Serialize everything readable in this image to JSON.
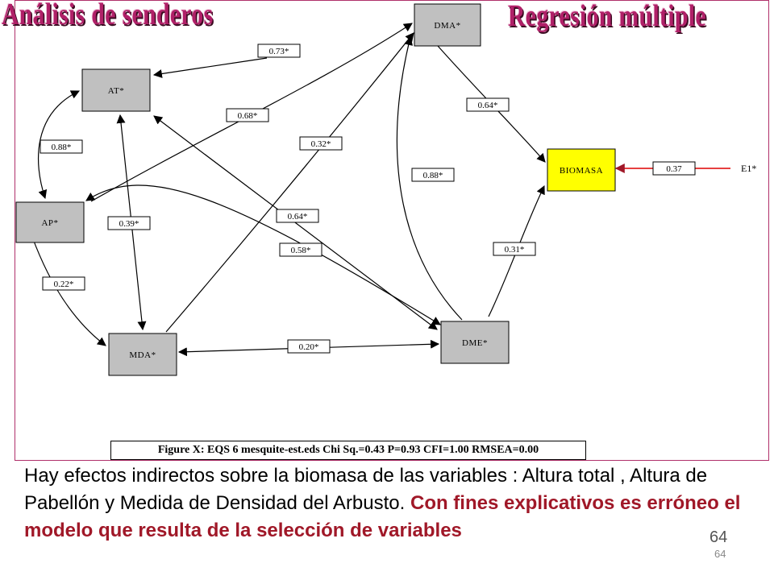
{
  "titles": {
    "left": "Análisis de senderos",
    "right": "Regresión múltiple"
  },
  "nodes": [
    {
      "id": "DMA",
      "label": "DMA*"
    },
    {
      "id": "AT",
      "label": "AT*"
    },
    {
      "id": "AP",
      "label": "AP*"
    },
    {
      "id": "MDA",
      "label": "MDA*"
    },
    {
      "id": "DME",
      "label": "DME*"
    },
    {
      "id": "BIOMASA",
      "label": "BIOMASA"
    },
    {
      "id": "E1",
      "label": "E1*"
    }
  ],
  "edges": [
    {
      "from": "AT",
      "to": "DMA",
      "label": "0.73*",
      "color": "#000000"
    },
    {
      "from": "AP",
      "to": "DMA",
      "label": "0.68*",
      "color": "#000000"
    },
    {
      "from": "MDA",
      "to": "DMA",
      "label": "0.32*",
      "color": "#000000"
    },
    {
      "from": "DMA",
      "to": "BIOMASA",
      "label": "0.64*",
      "color": "#000000"
    },
    {
      "from": "DME",
      "to": "DMA",
      "label": "0.88*",
      "color": "#000000"
    },
    {
      "from": "AT",
      "to": "AP",
      "label": "0.88*",
      "color": "#000000"
    },
    {
      "from": "AT",
      "to": "MDA",
      "label": "0.39*",
      "color": "#000000"
    },
    {
      "from": "AT",
      "to": "DME",
      "label": "0.64*",
      "color": "#000000"
    },
    {
      "from": "AP",
      "to": "DME",
      "label": "0.58*",
      "color": "#000000"
    },
    {
      "from": "AP",
      "to": "MDA",
      "label": "0.22*",
      "color": "#000000"
    },
    {
      "from": "MDA",
      "to": "DME",
      "label": "0.20*",
      "color": "#000000"
    },
    {
      "from": "DME",
      "to": "BIOMASA",
      "label": "0.31*",
      "color": "#000000"
    },
    {
      "from": "E1",
      "to": "BIOMASA",
      "label": "0.37",
      "color": "#dd0000"
    }
  ],
  "colors": {
    "node_fill": "#c0c0c0",
    "biomasa_fill": "#ffff00",
    "title_color": "#b02068",
    "frame_color": "#b0306a",
    "emphasis_red": "#a01828"
  },
  "caption": "Figure X: EQS 6 mesquite-est.eds Chi Sq.=0.43 P=0.93 CFI=1.00 RMSEA=0.00",
  "text": {
    "normal": "Hay efectos indirectos sobre la biomasa de las variables : Altura total , Altura de Pabellón y Medida de Densidad del Arbusto. ",
    "emphasis": "Con fines explicativos es erróneo el modelo que resulta de la selección de variables"
  },
  "page_number": "64"
}
